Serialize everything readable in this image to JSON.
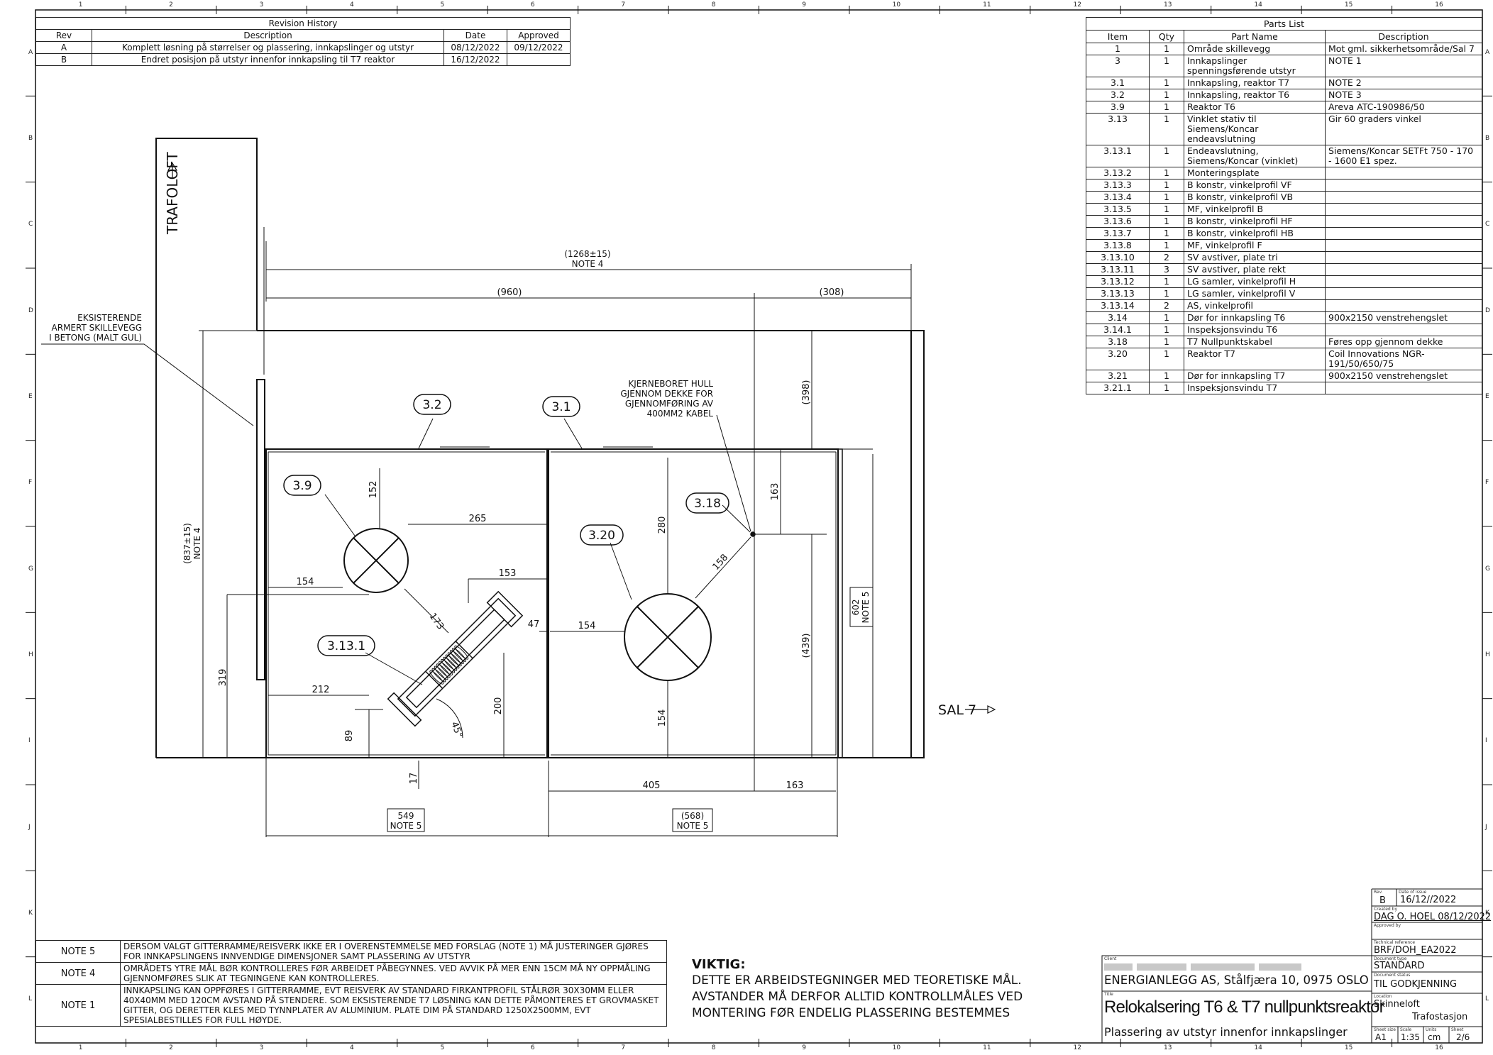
{
  "grid": {
    "cols": [
      "1",
      "2",
      "3",
      "4",
      "5",
      "6",
      "7",
      "8",
      "9",
      "10",
      "11",
      "12",
      "13",
      "14",
      "15",
      "16"
    ],
    "rows": [
      "A",
      "B",
      "C",
      "D",
      "E",
      "F",
      "G",
      "H",
      "I",
      "J",
      "K",
      "L"
    ]
  },
  "revision_history": {
    "title": "Revision History",
    "headers": [
      "Rev",
      "Description",
      "Date",
      "Approved"
    ],
    "rows": [
      {
        "rev": "A",
        "description": "Komplett løsning på størrelser og plassering, innkapslinger og utstyr",
        "date": "08/12/2022",
        "approved": "09/12/2022"
      },
      {
        "rev": "B",
        "description": "Endret posisjon på utstyr innenfor innkapsling til T7 reaktor",
        "date": "16/12/2022",
        "approved": ""
      }
    ]
  },
  "parts_list": {
    "title": "Parts List",
    "headers": [
      "Item",
      "Qty",
      "Part Name",
      "Description"
    ],
    "rows": [
      {
        "item": "1",
        "qty": "1",
        "name": "Område skillevegg",
        "desc": "Mot gml. sikkerhetsområde/Sal 7"
      },
      {
        "item": "3",
        "qty": "1",
        "name": "Innkapslinger spenningsførende utstyr",
        "desc": "NOTE 1"
      },
      {
        "item": "3.1",
        "qty": "1",
        "name": "Innkapsling, reaktor T7",
        "desc": "NOTE 2"
      },
      {
        "item": "3.2",
        "qty": "1",
        "name": "Innkapsling, reaktor T6",
        "desc": "NOTE 3"
      },
      {
        "item": "3.9",
        "qty": "1",
        "name": "Reaktor T6",
        "desc": "Areva ATC-190986/50"
      },
      {
        "item": "3.13",
        "qty": "1",
        "name": "Vinklet stativ til Siemens/Koncar endeavslutning",
        "desc": "Gir 60 graders vinkel"
      },
      {
        "item": "3.13.1",
        "qty": "1",
        "name": "Endeavslutning, Siemens/Koncar (vinklet)",
        "desc": "Siemens/Koncar SETFt 750 - 170 - 1600 E1 spez."
      },
      {
        "item": "3.13.2",
        "qty": "1",
        "name": "Monteringsplate",
        "desc": ""
      },
      {
        "item": "3.13.3",
        "qty": "1",
        "name": "B konstr, vinkelprofil VF",
        "desc": ""
      },
      {
        "item": "3.13.4",
        "qty": "1",
        "name": "B konstr, vinkelprofil VB",
        "desc": ""
      },
      {
        "item": "3.13.5",
        "qty": "1",
        "name": "MF, vinkelprofil B",
        "desc": ""
      },
      {
        "item": "3.13.6",
        "qty": "1",
        "name": "B konstr, vinkelprofil HF",
        "desc": ""
      },
      {
        "item": "3.13.7",
        "qty": "1",
        "name": "B konstr, vinkelprofil HB",
        "desc": ""
      },
      {
        "item": "3.13.8",
        "qty": "1",
        "name": "MF, vinkelprofil F",
        "desc": ""
      },
      {
        "item": "3.13.10",
        "qty": "2",
        "name": "SV avstiver, plate tri",
        "desc": ""
      },
      {
        "item": "3.13.11",
        "qty": "3",
        "name": "SV avstiver, plate rekt",
        "desc": ""
      },
      {
        "item": "3.13.12",
        "qty": "1",
        "name": "LG samler, vinkelprofil H",
        "desc": ""
      },
      {
        "item": "3.13.13",
        "qty": "1",
        "name": "LG samler, vinkelprofil V",
        "desc": ""
      },
      {
        "item": "3.13.14",
        "qty": "2",
        "name": "AS, vinkelprofil",
        "desc": ""
      },
      {
        "item": "3.14",
        "qty": "1",
        "name": "Dør for innkapsling T6",
        "desc": "900x2150 venstrehengslet"
      },
      {
        "item": "3.14.1",
        "qty": "1",
        "name": "Inspeksjonsvindu T6",
        "desc": ""
      },
      {
        "item": "3.18",
        "qty": "1",
        "name": "T7 Nullpunktskabel",
        "desc": "Føres opp gjennom dekke"
      },
      {
        "item": "3.20",
        "qty": "1",
        "name": "Reaktor T7",
        "desc": "Coil Innovations NGR-191/50/650/75"
      },
      {
        "item": "3.21",
        "qty": "1",
        "name": "Dør for innkapsling T7",
        "desc": "900x2150 venstrehengslet"
      },
      {
        "item": "3.21.1",
        "qty": "1",
        "name": "Inspeksjonsvindu T7",
        "desc": ""
      }
    ]
  },
  "drawing": {
    "trafoloft": "TRAFOLOFT",
    "sal7": "SAL 7",
    "wall_label": [
      "EKSISTERENDE",
      "ARMERT SKILLEVEGG",
      "I BETONG (MALT GUL)"
    ],
    "hole_label": [
      "KJERNEBORET HULL",
      "GJENNOM DEKKE FOR",
      "GJENNOMFØRING AV",
      "400MM2 KABEL"
    ],
    "balloons": {
      "b32": "3.2",
      "b31": "3.1",
      "b39": "3.9",
      "b318": "3.18",
      "b320": "3.20",
      "b3131": "3.13.1"
    },
    "dims": {
      "d1268": "(1268±15)",
      "note4a": "NOTE 4",
      "d960": "(960)",
      "d308": "(308)",
      "d837": "(837±15)",
      "note4b": "NOTE 4",
      "d398": "(398)",
      "d163v": "163",
      "d439": "(439)",
      "d602": "602",
      "note5c": "NOTE 5",
      "d152": "152",
      "d265": "265",
      "d154a": "154",
      "d153": "153",
      "d173": "173",
      "d47": "47",
      "d319": "319",
      "d212": "212",
      "d200": "200",
      "d89": "89",
      "d17": "17",
      "d45": "45°",
      "d280": "280",
      "d158": "158",
      "d154b": "154",
      "d154c": "154",
      "d405": "405",
      "d163h": "163",
      "d549": "549",
      "note5a": "NOTE 5",
      "d568": "(568)",
      "note5b": "NOTE 5"
    }
  },
  "notes": [
    {
      "label": "NOTE 5",
      "text": "DERSOM VALGT GITTERRAMME/REISVERK IKKE ER I OVERENSTEMMELSE MED FORSLAG (NOTE 1) MÅ JUSTERINGER GJØRES FOR INNKAPSLINGENS INNVENDIGE DIMENSJONER SAMT PLASSERING AV UTSTYR"
    },
    {
      "label": "NOTE 4",
      "text": "OMRÅDETS YTRE MÅL BØR KONTROLLERES FØR ARBEIDET PÅBEGYNNES. VED AVVIK PÅ MER ENN 15CM MÅ NY OPPMÅLING GJENNOMFØRES SLIK AT TEGNINGENE KAN KONTROLLERES."
    },
    {
      "label": "NOTE 1",
      "text": "INNKAPSLING KAN OPPFØRES I GITTERRAMME, EVT REISVERK AV STANDARD FIRKANTPROFIL STÅLRØR 30X30MM ELLER 40X40MM MED 120CM AVSTAND PÅ STENDERE. SOM EKSISTERENDE T7 LØSNING KAN DETTE PÅMONTERES ET GROVMASKET GITTER, OG DERETTER KLES MED TYNNPLATER AV ALUMINIUM. PLATE DIM PÅ STANDARD 1250X2500MM, EVT SPESIALBESTILLES FOR FULL HØYDE."
    }
  ],
  "viktig": {
    "heading": "VIKTIG:",
    "lines": [
      "DETTE ER ARBEIDSTEGNINGER MED TEORETISKE MÅL.",
      "AVSTANDER MÅ DERFOR ALLTID KONTROLLMÅLES VED",
      "MONTERING FØR ENDELIG PLASSERING BESTEMMES"
    ]
  },
  "title_block": {
    "rev_label": "Rev.",
    "rev": "B",
    "date_label": "Date of issue",
    "date": "16/12//2022",
    "created_label": "Created by",
    "created": "DAG O. HOEL  08/12/2022",
    "approved_label": "Approved by",
    "techref_label": "Technical reference",
    "techref": "BRF/DOH_EA2022",
    "doctype_label": "Document type",
    "doctype": "STANDARD",
    "docstatus_label": "Document status",
    "docstatus": "TIL GODKJENNING",
    "location_label": "Location",
    "location1": "Skinneloft",
    "location2": "Trafostasjon",
    "client_label": "Client",
    "client": "ENERGIANLEGG AS, Stålfjæra 10, 0975 OSLO",
    "title_label": "Title",
    "title": "Relokalsering T6 & T7 nullpunktsreaktor",
    "subtitle": "Plassering av utstyr innenfor innkapslinger",
    "size_label": "Sheet size",
    "size": "A1",
    "scale_label": "Scale",
    "scale": "1:35",
    "units_label": "Units",
    "units": "cm",
    "sheet_label": "Sheet",
    "sheet": "2/6"
  }
}
